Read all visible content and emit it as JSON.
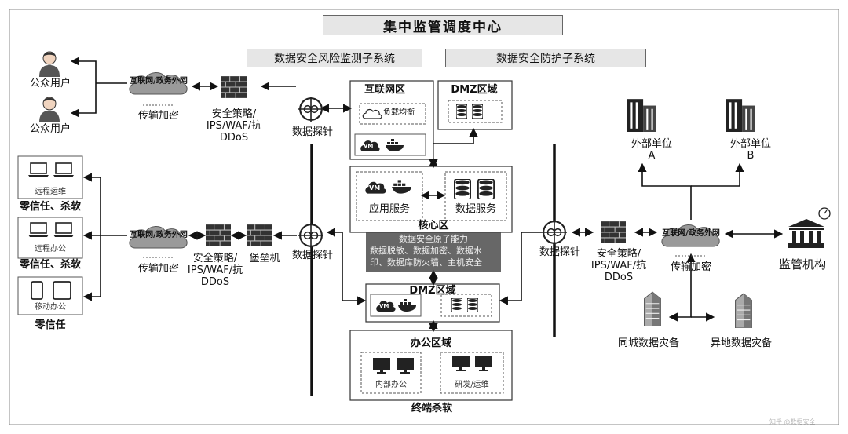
{
  "title": "集中监管调度中心",
  "subsystems": {
    "risk": "数据安全风险监测子系统",
    "protect": "数据安全防护子系统"
  },
  "left": {
    "public_user_1": "公众用户",
    "public_user_2": "公众用户",
    "cloud_1": "互联网/政务外网",
    "cloud_2": "互联网/政务外网",
    "transport_1": "传输加密",
    "transport_2": "传输加密",
    "policy_1": [
      "安全策略/",
      "IPS/WAF/抗",
      "DDoS"
    ],
    "policy_2": [
      "安全策略/",
      "IPS/WAF/抗",
      "DDoS"
    ],
    "bastion": "堡垒机",
    "probe_1": "数据探针",
    "probe_2": "数据探针",
    "remote_ops": "远程运维",
    "remote_office": "远程办公",
    "mobile_office": "移动办公",
    "zt_av_1": "零信任、杀软",
    "zt_av_2": "零信任、杀软",
    "zt": "零信任"
  },
  "center": {
    "internet_zone": "互联网区",
    "load_balance": "负载均衡",
    "dmz_top": "DMZ区域",
    "core": "核心区",
    "app_service": "应用服务",
    "data_service": "数据服务",
    "dmz_mid": "DMZ区域",
    "office_zone": "办公区域",
    "internal_office": "内部办公",
    "rd_ops": "研发/运维",
    "endpoint_av": "终端杀软",
    "vm": "VM",
    "vm2": "VM",
    "vm3": "VM",
    "overlay_title": "数据安全原子能力",
    "overlay_lines": [
      "数据脱敏、数据加密、数据水",
      "印、数据库防火墙、主机安全"
    ]
  },
  "right": {
    "probe": "数据探针",
    "policy": [
      "安全策略/",
      "IPS/WAF/抗",
      "DDoS"
    ],
    "cloud": "互联网/政务外网",
    "transport": "传输加密",
    "ext_a": [
      "外部单位",
      "A"
    ],
    "ext_b": [
      "外部单位",
      "B"
    ],
    "regulator": "监管机构",
    "dr_local": "同城数据灾备",
    "dr_remote": "异地数据灾备"
  },
  "watermark": "知乎 @数据安全"
}
